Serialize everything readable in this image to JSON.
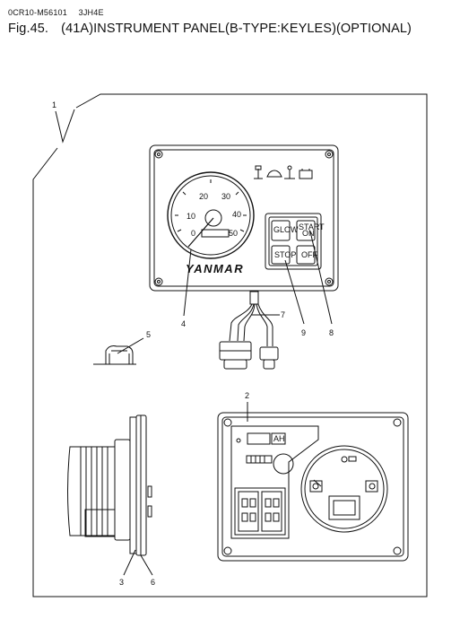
{
  "header": {
    "doc_code": "0CR10-M56101",
    "engine_model": "3JH4E"
  },
  "figure": {
    "number": "Fig.45.",
    "title": "(41A)INSTRUMENT PANEL(B-TYPE:KEYLES)(OPTIONAL)"
  },
  "callouts": {
    "c1": "1",
    "c2": "2",
    "c3": "3",
    "c4": "4",
    "c5": "5",
    "c6": "6",
    "c7": "7",
    "c8": "8",
    "c9": "9"
  },
  "panel": {
    "brand": "YANMAR",
    "tach_ticks": [
      "0",
      "10",
      "20",
      "30",
      "40",
      "50"
    ],
    "button_glow": "GLOW",
    "button_stop": "STOP",
    "button_start_on_line1": "START",
    "button_start_on_line2": "ON",
    "button_off": "OFF"
  },
  "rear_view": {
    "label_ah": "AH"
  }
}
